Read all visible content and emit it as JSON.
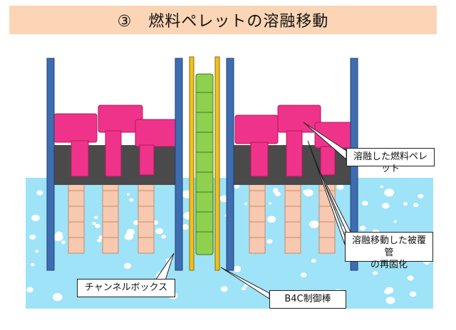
{
  "title": "③　燃料ペレットの溶融移動",
  "labels": {
    "melted_pellet": "溶融した燃料ペレット",
    "melted_cladding_line1": "溶融移動した被覆管",
    "melted_cladding_line2": "の再固化",
    "channel_box": "チャンネルボックス",
    "control_rod": "B4C制御棒"
  },
  "colors": {
    "title_bg": "#fbd5b5",
    "water": "#9ee3f8",
    "channel_box": "#3e6db0",
    "channel_box_edge": "#1d3f7a",
    "pellet_melt": "#f0338a",
    "cladding_resolidified": "#4a4a4a",
    "fuel_rod": "#f7c9b0",
    "control_rod_sheath": "#f0c020",
    "control_rod_b4c": "#8fd14f",
    "bubble": "#ffffff"
  }
}
